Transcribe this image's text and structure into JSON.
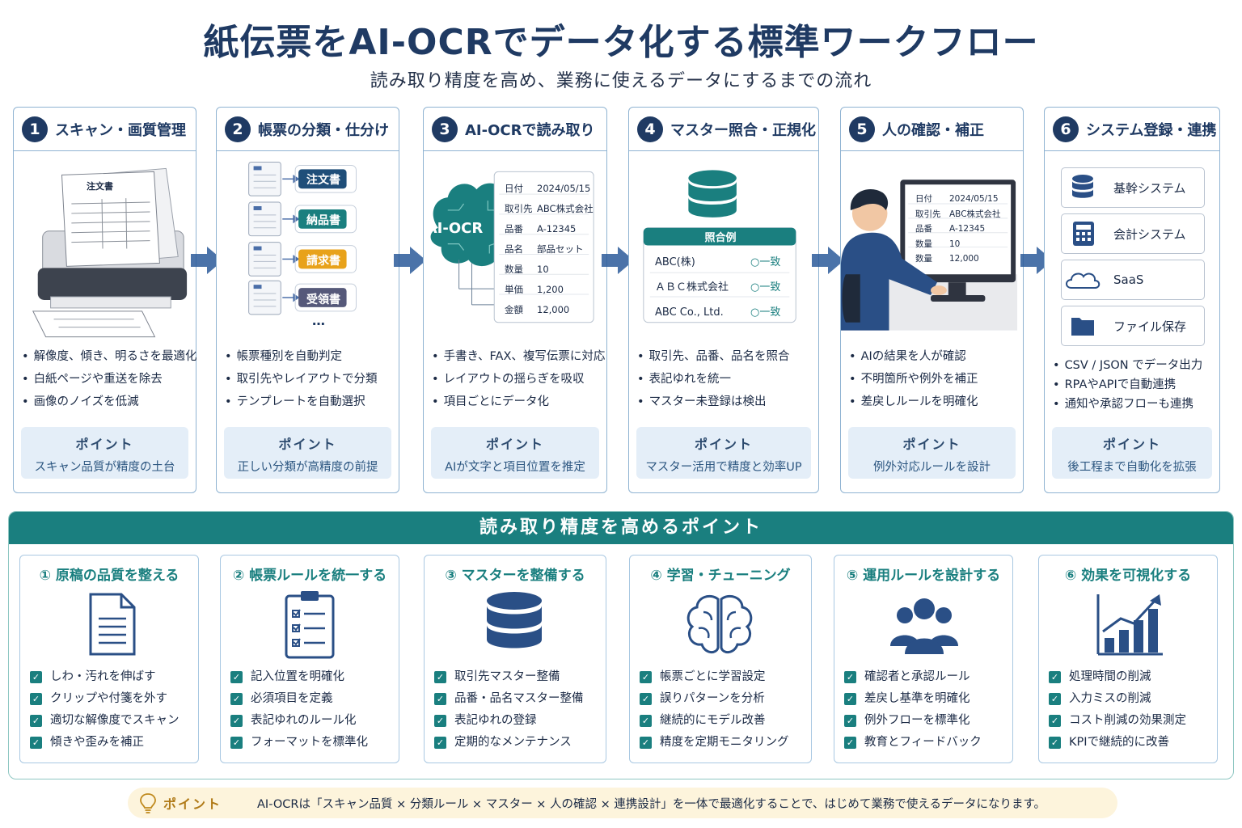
{
  "title": "紙伝票をAI-OCRでデータ化する標準ワークフロー",
  "subtitle": "読み取り精度を高め、業務に使えるデータにするまでの流れ",
  "point_label": "ポイント",
  "colors": {
    "navy": "#1f3a63",
    "teal": "#1a7f7f",
    "light_blue": "#e4eef8",
    "tag_order": "#1f4e79",
    "tag_delivery": "#1a7f7f",
    "tag_invoice": "#e8a21a",
    "tag_receipt": "#56597a"
  },
  "steps": [
    {
      "num": "1",
      "title": "スキャン・画質管理",
      "bullets": [
        "解像度、傾き、明るさを最適化",
        "白紙ページや重送を除去",
        "画像のノイズを低減"
      ],
      "point": "スキャン品質が精度の土台",
      "illus": {
        "doc_title": "注文書"
      }
    },
    {
      "num": "2",
      "title": "帳票の分類・仕分け",
      "bullets": [
        "帳票種別を自動判定",
        "取引先やレイアウトで分類",
        "テンプレートを自動選択"
      ],
      "point": "正しい分類が高精度の前提",
      "illus": {
        "tags": [
          "注文書",
          "納品書",
          "請求書",
          "受領書"
        ],
        "more": "…"
      }
    },
    {
      "num": "3",
      "title": "AI-OCRで読み取り",
      "bullets": [
        "手書き、FAX、複写伝票に対応",
        "レイアウトの揺らぎを吸収",
        "項目ごとにデータ化"
      ],
      "point": "AIが文字と項目位置を推定",
      "illus": {
        "brain_label": "AI-OCR",
        "fields": [
          [
            "日付",
            "2024/05/15"
          ],
          [
            "取引先",
            "ABC株式会社"
          ],
          [
            "品番",
            "A-12345"
          ],
          [
            "品名",
            "部品セット"
          ],
          [
            "数量",
            "10"
          ],
          [
            "単価",
            "1,200"
          ],
          [
            "金額",
            "12,000"
          ]
        ]
      }
    },
    {
      "num": "4",
      "title": "マスター照合・正規化",
      "bullets": [
        "取引先、品番、品名を照合",
        "表記ゆれを統一",
        "マスター未登録は検出"
      ],
      "point": "マスター活用で精度と効率UP",
      "illus": {
        "header": "照合例",
        "rows": [
          [
            "ABC(株)",
            "一致"
          ],
          [
            "ＡＢＣ株式会社",
            "一致"
          ],
          [
            "ABC Co., Ltd.",
            "一致"
          ]
        ]
      }
    },
    {
      "num": "5",
      "title": "人の確認・補正",
      "bullets": [
        "AIの結果を人が確認",
        "不明箇所や例外を補正",
        "差戻しルールを明確化"
      ],
      "point": "例外対応ルールを設計",
      "illus": {
        "fields": [
          [
            "日付",
            "2024/05/15"
          ],
          [
            "取引先",
            "ABC株式会社"
          ],
          [
            "品番",
            "A-12345"
          ],
          [
            "数量",
            "10"
          ],
          [
            "数量",
            "12,000"
          ]
        ]
      }
    },
    {
      "num": "6",
      "title": "システム登録・連携",
      "bullets": [
        "CSV / JSON でデータ出力",
        "RPAやAPIで自動連携",
        "通知や承認フローも連携"
      ],
      "point": "後工程まで自動化を拡張",
      "illus": {
        "systems": [
          {
            "icon": "database-icon",
            "label": "基幹システム"
          },
          {
            "icon": "calculator-icon",
            "label": "会計システム"
          },
          {
            "icon": "cloud-icon",
            "label": "SaaS"
          },
          {
            "icon": "folder-icon",
            "label": "ファイル保存"
          }
        ]
      }
    }
  ],
  "lower": {
    "title": "読み取り精度を高めるポイント",
    "tips": [
      {
        "title": "① 原稿の品質を整える",
        "icon": "document-icon",
        "items": [
          "しわ・汚れを伸ばす",
          "クリップや付箋を外す",
          "適切な解像度でスキャン",
          "傾きや歪みを補正"
        ]
      },
      {
        "title": "② 帳票ルールを統一する",
        "icon": "clipboard-checklist-icon",
        "items": [
          "記入位置を明確化",
          "必須項目を定義",
          "表記ゆれのルール化",
          "フォーマットを標準化"
        ]
      },
      {
        "title": "③ マスターを整備する",
        "icon": "database-icon",
        "items": [
          "取引先マスター整備",
          "品番・品名マスター整備",
          "表記ゆれの登録",
          "定期的なメンテナンス"
        ]
      },
      {
        "title": "④ 学習・チューニング",
        "icon": "brain-icon",
        "items": [
          "帳票ごとに学習設定",
          "誤りパターンを分析",
          "継続的にモデル改善",
          "精度を定期モニタリング"
        ]
      },
      {
        "title": "⑤ 運用ルールを設計する",
        "icon": "people-icon",
        "items": [
          "確認者と承認ルール",
          "差戻し基準を明確化",
          "例外フローを標準化",
          "教育とフィードバック"
        ]
      },
      {
        "title": "⑥ 効果を可視化する",
        "icon": "growth-chart-icon",
        "items": [
          "処理時間の削減",
          "入力ミスの削減",
          "コスト削減の効果測定",
          "KPIで継続的に改善"
        ]
      }
    ]
  },
  "footer": {
    "label": "ポイント",
    "text": "AI-OCRは「スキャン品質 × 分類ルール × マスター × 人の確認 × 連携設計」を一体で最適化することで、はじめて業務で使えるデータになります。"
  }
}
